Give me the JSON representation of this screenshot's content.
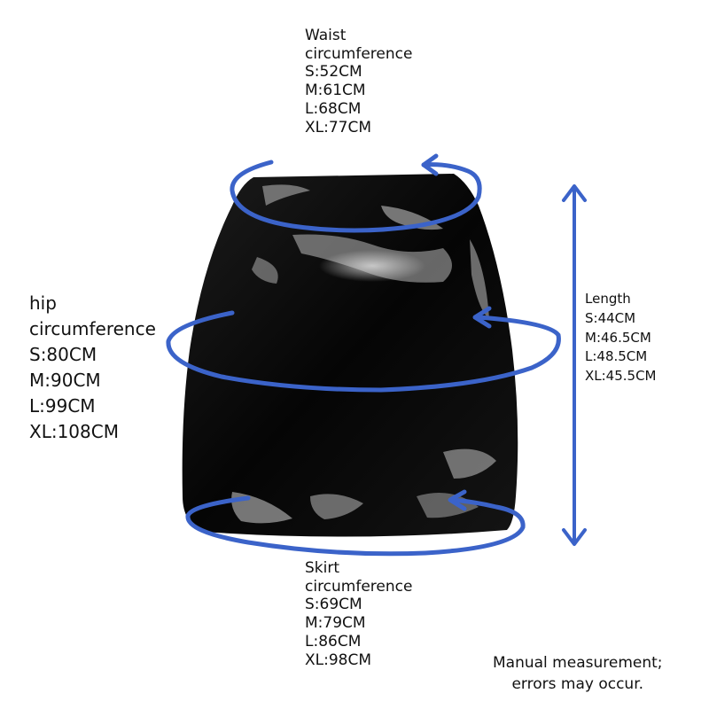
{
  "colors": {
    "background": "#ffffff",
    "skirt": "#0a0a0a",
    "accent_blue": "#3b63c9",
    "text": "#111111"
  },
  "waist": {
    "title_line1": "Waist",
    "title_line2": "circumference",
    "sizes": [
      "S:52CM",
      "M:61CM",
      "L:68CM",
      "XL:77CM"
    ]
  },
  "hip": {
    "title_line1": "hip",
    "title_line2": "circumference",
    "sizes": [
      "S:80CM",
      "M:90CM",
      "L:99CM",
      "XL:108CM"
    ]
  },
  "length": {
    "title": "Length",
    "sizes": [
      "S:44CM",
      "M:46.5CM",
      "L:48.5CM",
      "XL:45.5CM"
    ]
  },
  "hem": {
    "title_line1": "Skirt",
    "title_line2": "circumference",
    "sizes": [
      "S:69CM",
      "M:79CM",
      "L:86CM",
      "XL:98CM"
    ]
  },
  "note": {
    "line1": "Manual measurement;",
    "line2": "errors may occur."
  },
  "icons": {
    "waist_loop": "circular-arrow-icon",
    "hip_loop": "circular-arrow-icon",
    "hem_loop": "circular-arrow-icon",
    "length_arrow": "double-headed-arrow-icon"
  }
}
